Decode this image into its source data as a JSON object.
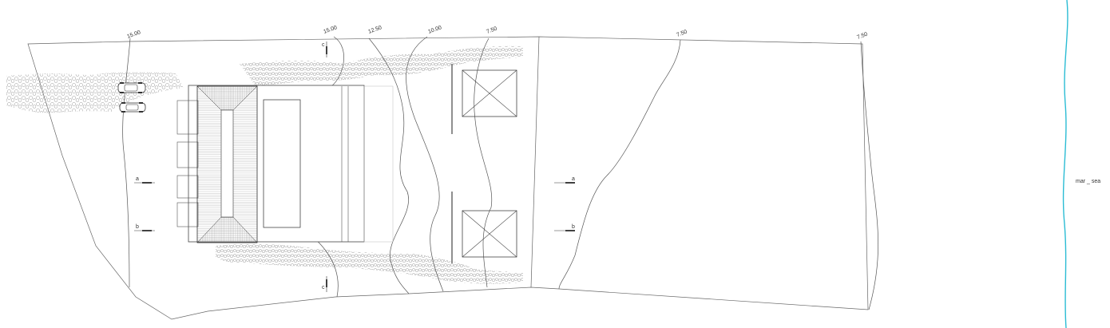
{
  "contour_labels": {
    "c1": "15.00",
    "c2": "15.00",
    "c3": "12.50",
    "c4": "10.00",
    "c5": "7.50",
    "c6": "7.50",
    "c7": "7.50"
  },
  "section_marks": {
    "a_left": "a",
    "b_left": "b",
    "a_right": "a",
    "b_right": "b",
    "c_top": "c",
    "c_bottom": "c"
  },
  "sea_label": "mar _ sea",
  "colors": {
    "line": "#555555",
    "light_line": "#9a9a9a",
    "sea": "#2bbcd4"
  },
  "icons": [
    "car-icon",
    "car-icon"
  ]
}
